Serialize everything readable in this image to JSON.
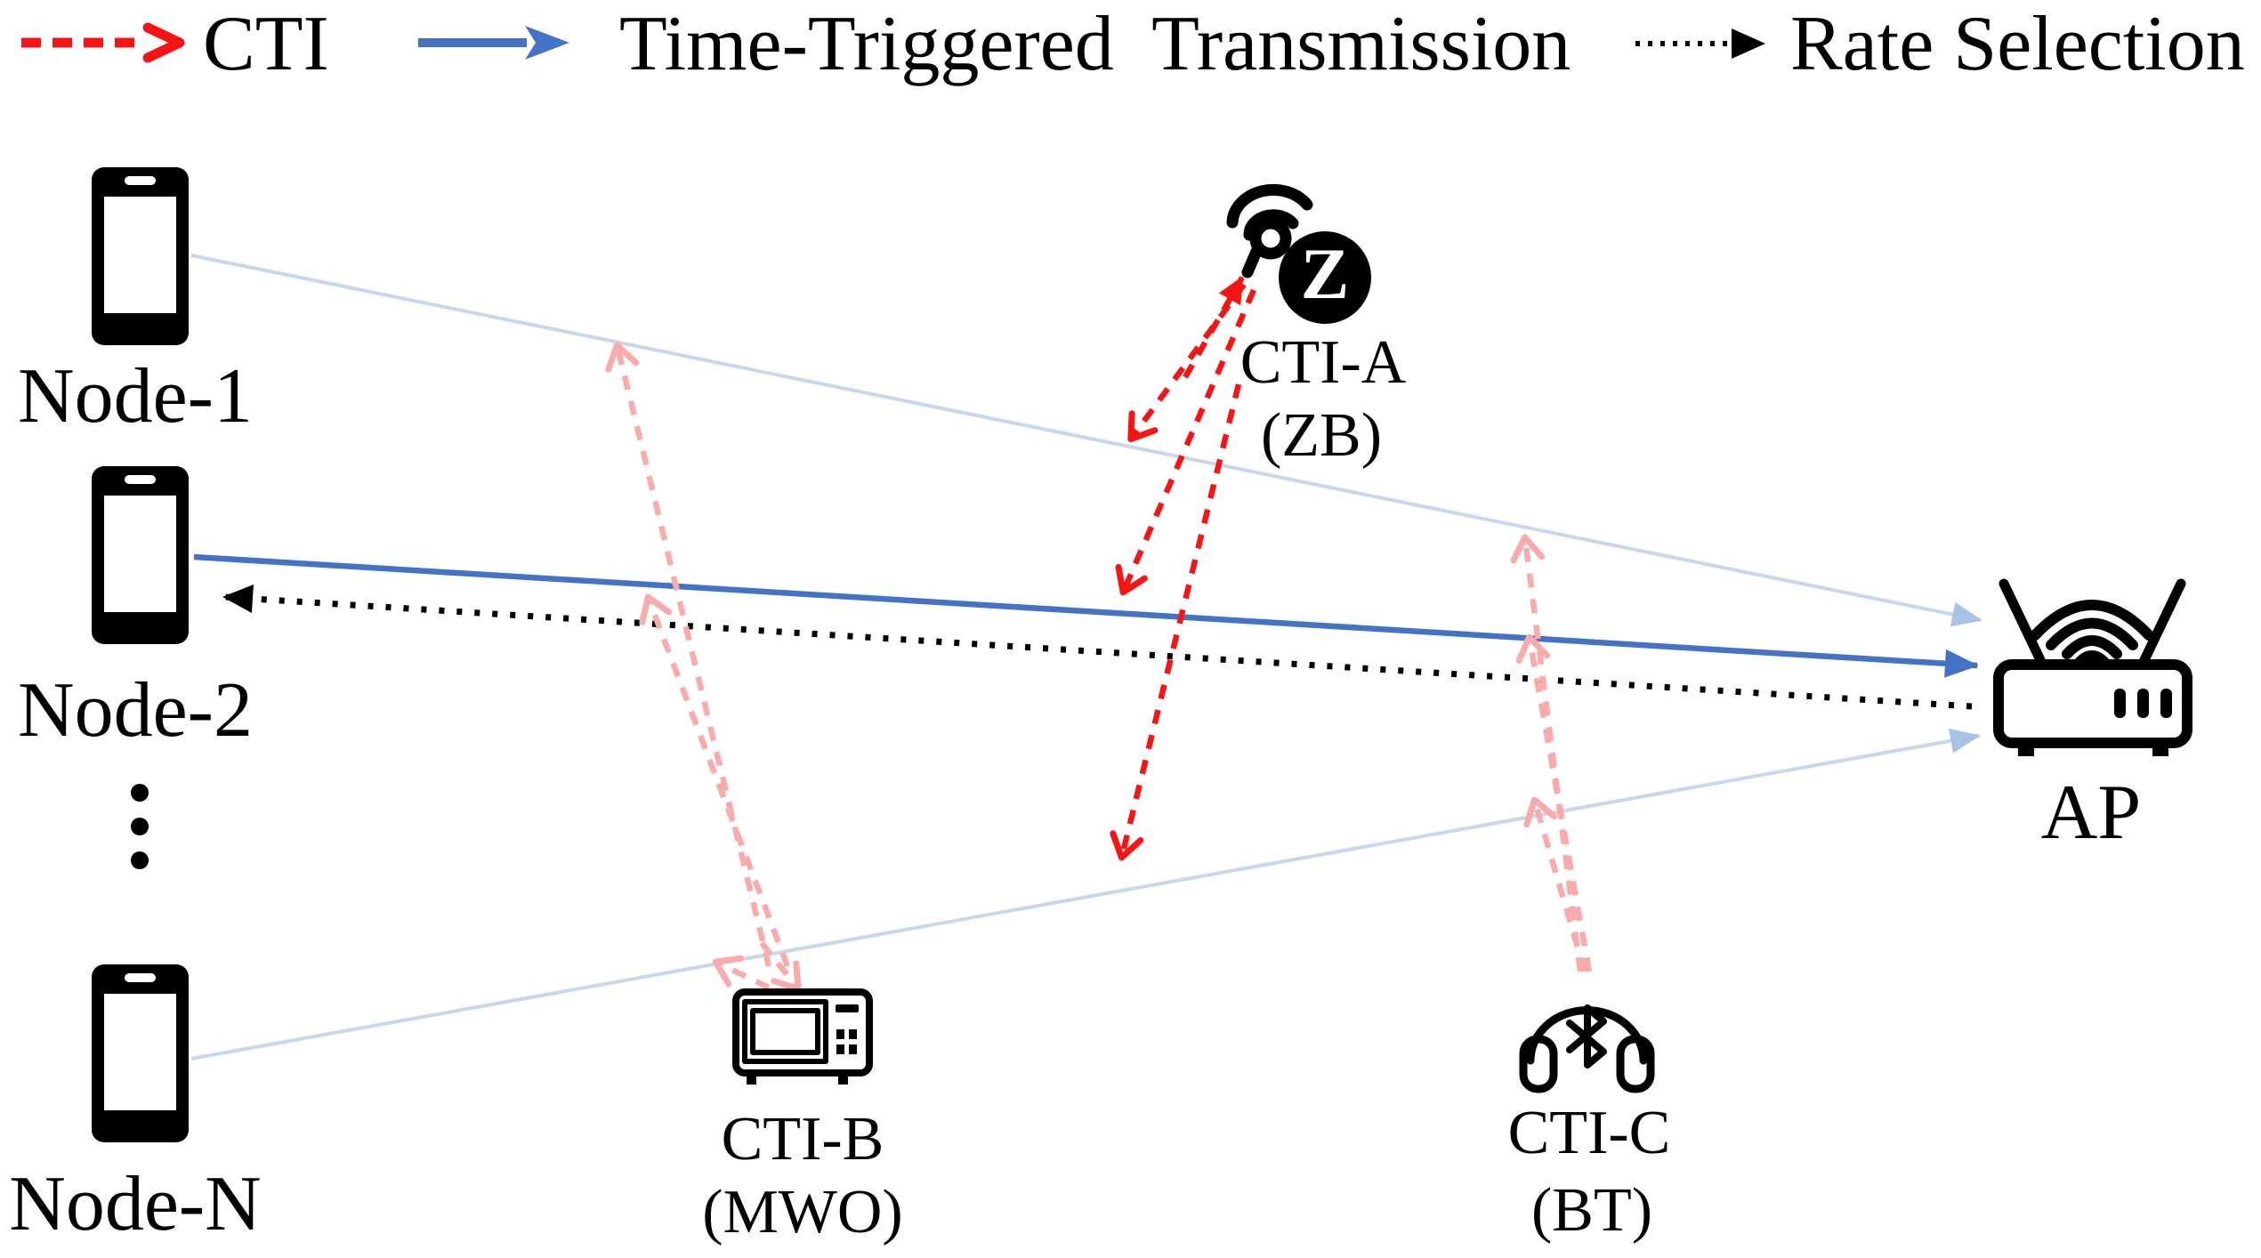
{
  "legend": {
    "cti_label": "CTI",
    "time_triggered_label": "Time-Triggered  Transmission",
    "rate_selection_label": "Rate Selection"
  },
  "nodes": {
    "node1_label": "Node-1",
    "node2_label": "Node-2",
    "nodeN_label": "Node-N"
  },
  "ap": {
    "label": "AP"
  },
  "cti_sources": {
    "a": {
      "name": "CTI-A",
      "tech": "(ZB)",
      "zigbee_letter": "Z"
    },
    "b": {
      "name": "CTI-B",
      "tech": "(MWO)"
    },
    "c": {
      "name": "CTI-C",
      "tech": "(BT)"
    }
  },
  "icons": {
    "node": "smartphone-icon",
    "ap": "wifi-router-icon",
    "cti_a": "zigbee-transmitter-icon",
    "cti_b": "microwave-oven-icon",
    "cti_c": "bluetooth-headphones-icon"
  },
  "colors": {
    "cti_red": "#f81414",
    "cti_pink": "#f9abab",
    "tt_blue": "#4472c4",
    "pale_blue": "#c9d6eb",
    "pale_blue_head": "#a9c3e6",
    "ink": "#000000"
  }
}
